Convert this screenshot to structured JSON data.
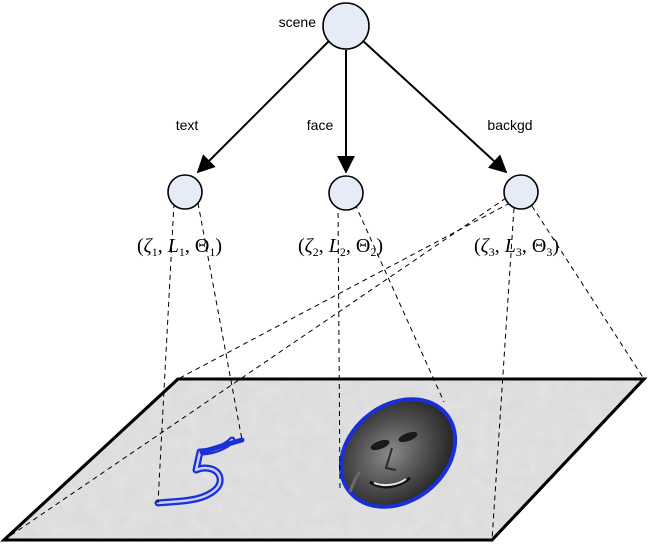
{
  "root": {
    "label": "scene"
  },
  "edges": [
    {
      "label": "text"
    },
    {
      "label": "face"
    },
    {
      "label": "backgd"
    }
  ],
  "nodes": [
    {
      "params": {
        "prefix": "(",
        "zeta": "ζ",
        "z_sub": "1",
        "L": "L",
        "l_sub": "1",
        "theta": "Θ",
        "t_sub": "1",
        "suffix": ")"
      }
    },
    {
      "params": {
        "prefix": "(",
        "zeta": "ζ",
        "z_sub": "2",
        "L": "L",
        "l_sub": "2",
        "theta": "Θ",
        "t_sub": "2",
        "suffix": ")"
      }
    },
    {
      "params": {
        "prefix": "(",
        "zeta": "ζ",
        "z_sub": "3",
        "L": "L",
        "l_sub": "3",
        "theta": "Θ",
        "t_sub": "3",
        "suffix": ")"
      }
    }
  ],
  "colors": {
    "node_fill": "#e6ecf7",
    "region_outline": "#1a2fd6",
    "ground_fill": "#d9d9d9"
  }
}
